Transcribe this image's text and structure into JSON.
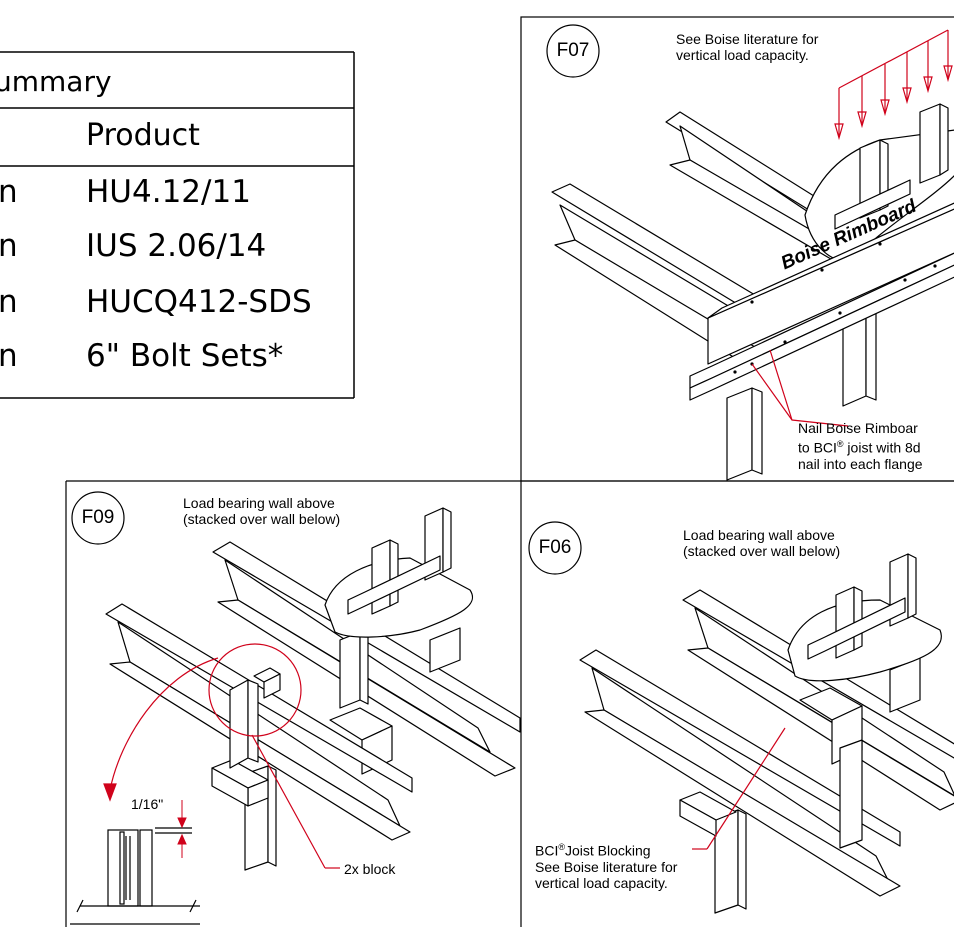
{
  "summary": {
    "title": "ummary",
    "header": "Product",
    "rows": [
      {
        "suffix": "n",
        "product": "HU4.12/11"
      },
      {
        "suffix": "n",
        "product": "IUS 2.06/14"
      },
      {
        "suffix": "n",
        "product": "HUCQ412-SDS"
      },
      {
        "suffix": "n",
        "product": "6\" Bolt Sets*"
      }
    ]
  },
  "f07": {
    "code": "F07",
    "note_line1": "See Boise literature for",
    "note_line2": "vertical load capacity.",
    "rimboard_label": "Boise Rimboard",
    "nail_line1": "Nail Boise Rimboar",
    "nail_line2_pre": "to BCI",
    "nail_line2_post": " joist with 8d",
    "nail_line3": "nail into each flange"
  },
  "f09": {
    "code": "F09",
    "wall_line1": "Load bearing wall above",
    "wall_line2": "(stacked over wall below)",
    "gap_label": "1/16\"",
    "block_label": "2x block"
  },
  "f06": {
    "code": "F06",
    "wall_line1": "Load bearing wall above",
    "wall_line2": "(stacked over wall below)",
    "blocking_pre": "BCI",
    "blocking_post": "Joist Blocking",
    "see_line1": "See Boise literature for",
    "see_line2": "vertical load capacity."
  },
  "symbols": {
    "registered": "®"
  },
  "colors": {
    "line": "#000000",
    "annotation": "#d0021b"
  }
}
